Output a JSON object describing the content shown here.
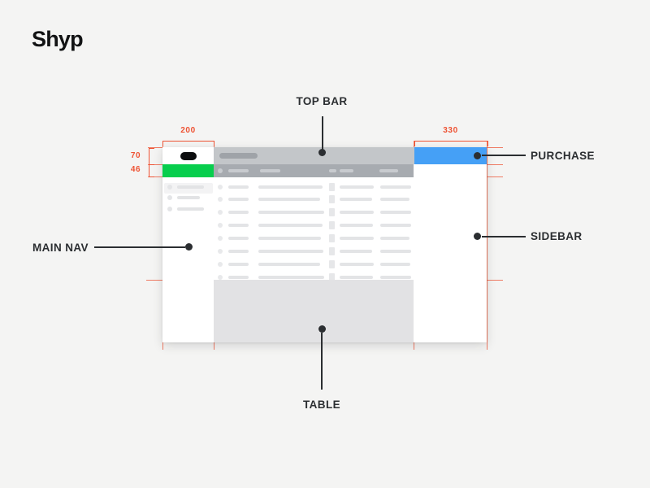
{
  "brand": {
    "logo": "Shyp"
  },
  "annotations": {
    "top_bar": "TOP BAR",
    "purchase": "PURCHASE",
    "sidebar": "SIDEBAR",
    "main_nav": "MAIN NAV",
    "table": "TABLE"
  },
  "measurements": {
    "main_nav_width": "200",
    "sidebar_width": "330",
    "top_bar_height": "70",
    "table_header_height": "46"
  },
  "colors": {
    "accent_red": "#ee5334",
    "callout_dark": "#2b2e31",
    "purchase_blue": "#45a0f6",
    "nav_green": "#07ce4d",
    "top_bar_gray": "#c3c6c9",
    "table_header_gray": "#a7abb0",
    "table_overlay_gray": "#e2e2e4",
    "page_background": "#f4f4f3"
  },
  "mockup": {
    "nav": {
      "item_count": 3,
      "bar_widths": [
        33,
        28,
        33
      ],
      "highlighted_index": 0
    },
    "table": {
      "row_count": 8,
      "col3_widths": [
        79,
        76,
        81,
        79,
        77,
        80,
        76,
        81
      ],
      "col5_widths": [
        42,
        40,
        42,
        41,
        42,
        40,
        42,
        41
      ],
      "col6_widths": [
        38,
        36,
        38,
        38,
        36,
        38,
        37,
        38
      ]
    }
  }
}
